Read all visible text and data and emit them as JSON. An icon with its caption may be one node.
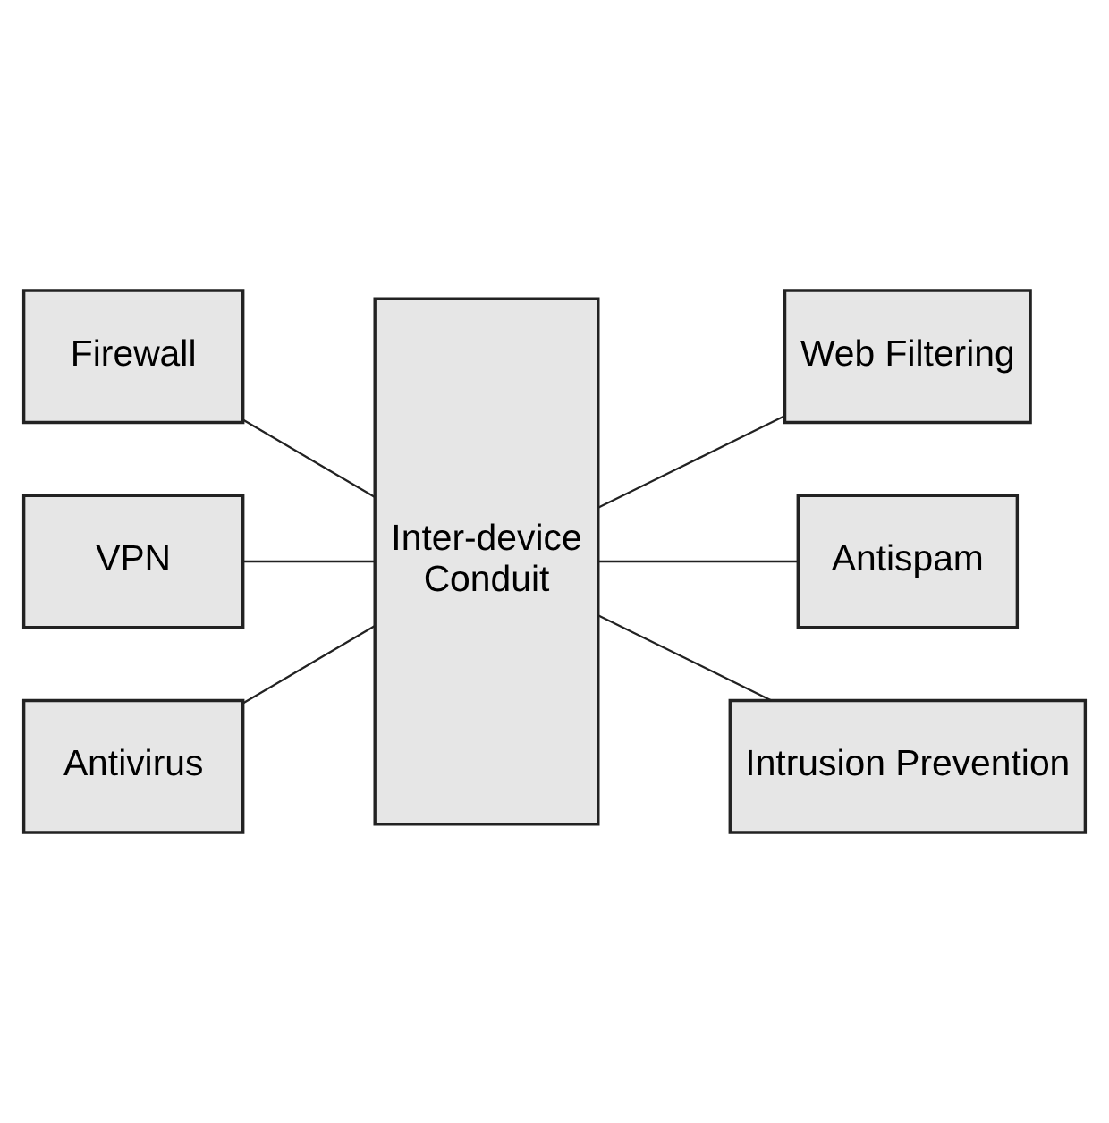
{
  "diagram": {
    "nodes": [
      {
        "text": [
          "Firewall"
        ]
      },
      {
        "text": [
          "VPN"
        ]
      },
      {
        "text": [
          "Antivirus"
        ]
      },
      {
        "text": [
          "Inter-device Conduit"
        ]
      },
      {
        "text": [
          "Web Filtering"
        ]
      },
      {
        "text": [
          "Antispam"
        ]
      },
      {
        "text": [
          "Intrusion Prevention"
        ]
      }
    ],
    "edges": [
      {
        "from": 0,
        "to": 3,
        "arrow": "none"
      },
      {
        "from": 1,
        "to": 3,
        "arrow": "none"
      },
      {
        "from": 2,
        "to": 3,
        "arrow": "none"
      },
      {
        "from": 3,
        "to": 4,
        "arrow": "none"
      },
      {
        "from": 3,
        "to": 5,
        "arrow": "none"
      },
      {
        "from": 3,
        "to": 6,
        "arrow": "none"
      }
    ]
  }
}
